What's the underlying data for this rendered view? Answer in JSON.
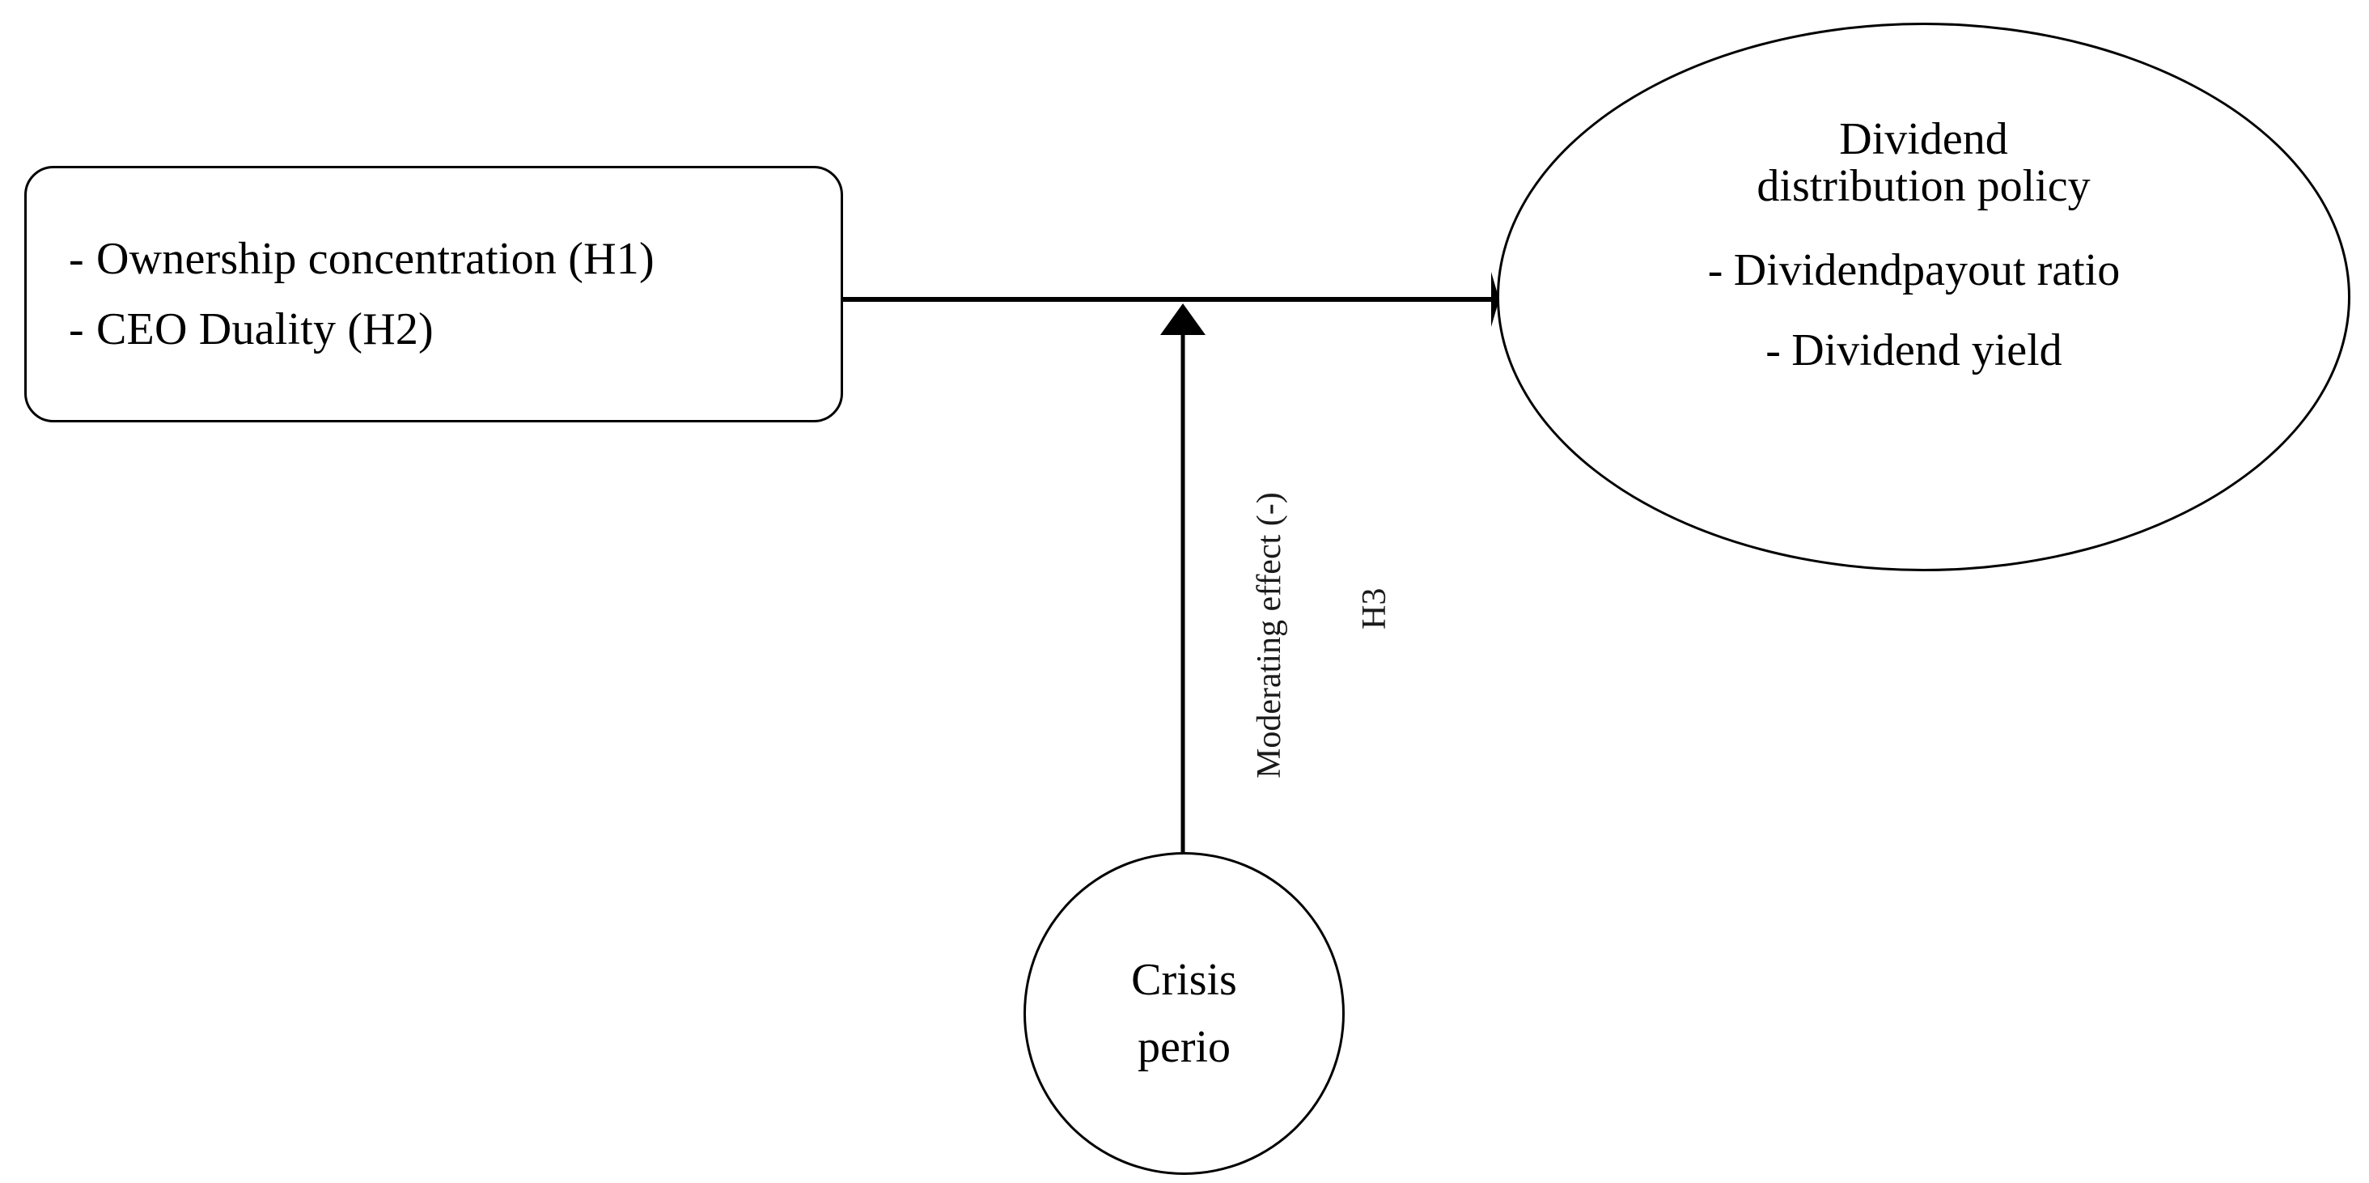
{
  "figure": {
    "type": "conceptual-research-model",
    "background_color": "#ffffff",
    "line_color": "#000000"
  },
  "antecedents_box": {
    "items": [
      {
        "bullet": "-",
        "label": "Ownership concentration (H1)"
      },
      {
        "bullet": "-",
        "label": "CEO Duality (H2)"
      }
    ]
  },
  "outcome_ellipse": {
    "title_lines": [
      "Dividend",
      "distribution policy"
    ],
    "items": [
      {
        "bullet": "-",
        "label": "Dividendpayout ratio"
      },
      {
        "bullet": "-",
        "label": "Dividend yield"
      }
    ]
  },
  "moderator_circle": {
    "lines": [
      "Crisis",
      "perio"
    ]
  },
  "moderation_path": {
    "effect_label": "Moderating effect (-)",
    "hypothesis_label": "H3"
  }
}
